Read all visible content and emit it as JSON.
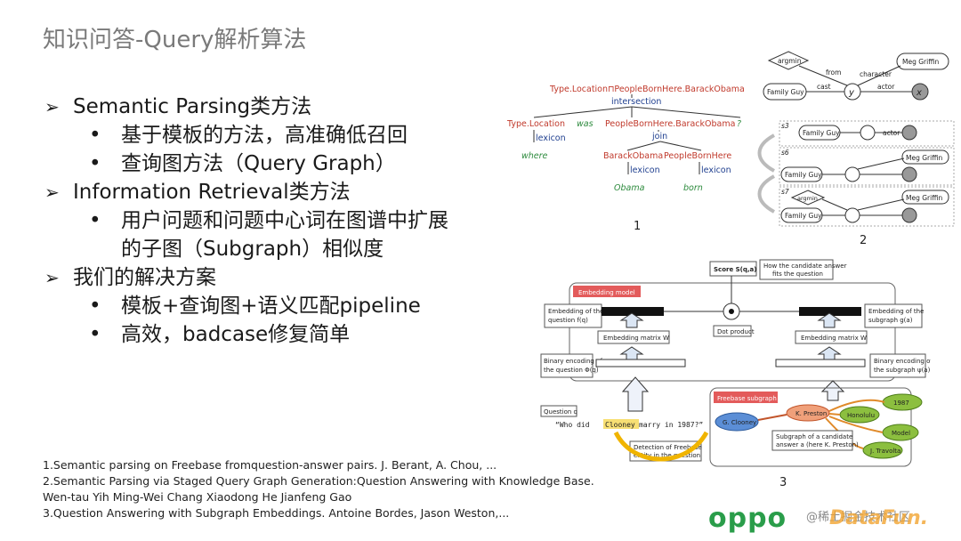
{
  "title": "知识问答-Query解析算法",
  "bullets": [
    {
      "level": 1,
      "text": "Semantic Parsing类方法"
    },
    {
      "level": 2,
      "text": "基于模板的方法，高准确低召回"
    },
    {
      "level": 2,
      "text": "查询图方法（Query Graph）"
    },
    {
      "level": 1,
      "text": "Information Retrieval类方法"
    },
    {
      "level": 2,
      "text": "用户问题和问题中心词在图谱中扩展"
    },
    {
      "level": 2,
      "text": "的子图（Subgraph）相似度",
      "continuation": true
    },
    {
      "level": 1,
      "text": "我们的解决方案"
    },
    {
      "level": 2,
      "text": "模板+查询图+语义匹配pipeline"
    },
    {
      "level": 2,
      "text": "高效，badcase修复简单"
    }
  ],
  "references": [
    "1.Semantic parsing on Freebase fromquestion-answer pairs.  J. Berant, A. Chou, ...",
    "2.Semantic Parsing via Staged Query Graph Generation:Question Answering with Knowledge Base.",
    "Wen-tau Yih Ming-Wei Chang Xiaodong He Jianfeng Gao",
    "3.Question Answering with Subgraph Embeddings.  Antoine Bordes, Jason Weston,..."
  ],
  "figure1": {
    "caption": "1",
    "root": "Type.Location⊓PeopleBornHere.BarackObama",
    "intersection": "intersection",
    "left": "Type.Location",
    "was": "was",
    "mid": "PeopleBornHere.BarackObama",
    "q": "?",
    "lexicon": "lexicon",
    "join": "join",
    "where": "where",
    "obama_node": "BarackObama",
    "pbh_node": "PeopleBornHere",
    "obama": "Obama",
    "born": "born"
  },
  "figure2": {
    "caption": "2",
    "argmin": "argmin",
    "from": "from",
    "character": "character",
    "meg": "Meg Griffin",
    "family_guy": "Family Guy",
    "cast": "cast",
    "actor": "actor",
    "y": "y",
    "x": "x",
    "s3": "s3",
    "s6": "s6",
    "s7": "s7"
  },
  "figure3": {
    "caption": "3",
    "score": "Score S(q,a)",
    "score_note_1": "How the candidate answer",
    "score_note_2": "fits the question",
    "embedding_model": "Embedding model",
    "emb_q_1": "Embedding of the",
    "emb_q_2": "question f(q)",
    "emb_s_1": "Embedding of the",
    "emb_s_2": "subgraph g(a)",
    "dot_product": "Dot product",
    "matrix": "Embedding matrix W",
    "bin_q_1": "Binary encoding of",
    "bin_q_2": "the question Φ(q)",
    "bin_s_1": "Binary encoding of",
    "bin_s_2": "the subgraph ψ(a)",
    "question_q": "Question q",
    "question_text_1": "“Who did ",
    "question_highlight": "Clooney",
    "question_text_2": " marry in 1987?”",
    "detection_1": "Detection of Freebase",
    "detection_2": "entity in the question",
    "freebase_subgraph": "Freebase subgraph",
    "g_clooney": "G. Clooney",
    "k_preston": "K. Preston",
    "n1987": "1987",
    "honolulu": "Honolulu",
    "model": "Model",
    "travolta": "J. Travolta",
    "sub_note_1": "Subgraph of a candidate",
    "sub_note_2": "answer a (here K. Preston)"
  },
  "brand": "oppo",
  "watermark_1": "@稀土掘金技术社区",
  "watermark_2": "DataFun."
}
